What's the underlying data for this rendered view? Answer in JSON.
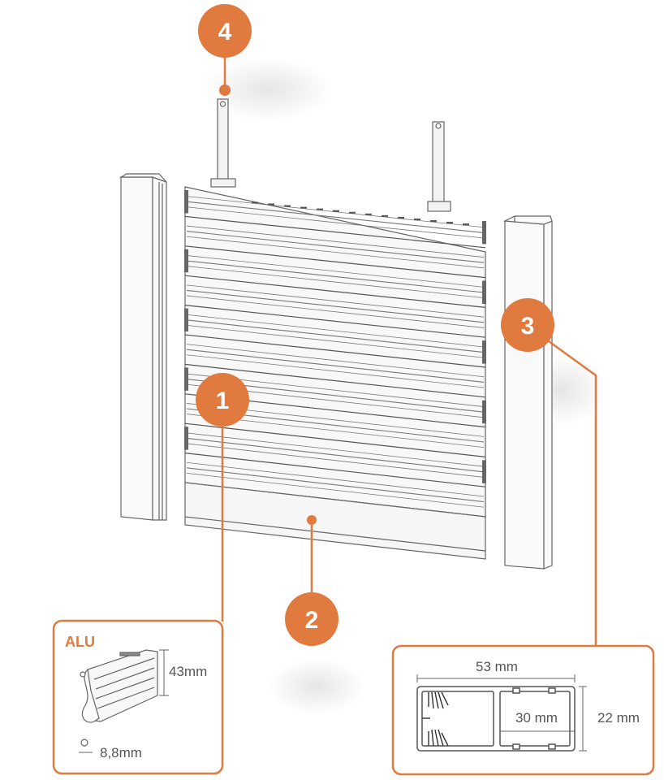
{
  "callouts": [
    {
      "id": "1",
      "label": "1"
    },
    {
      "id": "2",
      "label": "2"
    },
    {
      "id": "3",
      "label": "3"
    },
    {
      "id": "4",
      "label": "4"
    }
  ],
  "slat_detail": {
    "material": "ALU",
    "height": "43mm",
    "thickness": "8,8mm"
  },
  "guide_detail": {
    "width": "53 mm",
    "depth": "22 mm",
    "channel": "30 mm"
  },
  "colors": {
    "accent": "#e07a3f",
    "line": "#666666",
    "fill": "#f7f7f7"
  }
}
